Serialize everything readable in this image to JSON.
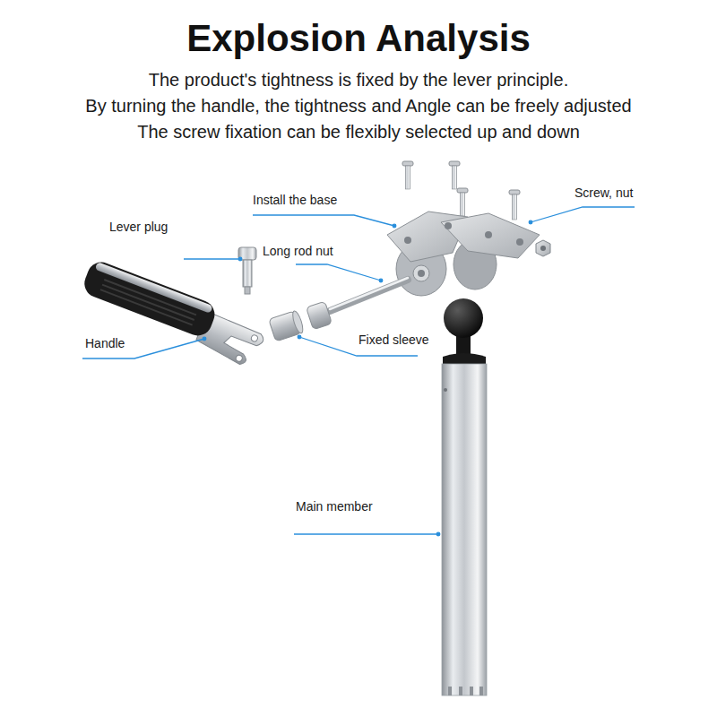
{
  "diagram": {
    "title": "Explosion Analysis",
    "labels": [
      "The product's tightness is fixed by the lever principle.",
      "By turning the handle, the tightness and Angle can be freely adjusted",
      "The screw fixation can be flexibly selected up and down",
      "Install the base",
      "Screw, nut",
      "Lever plug",
      "Long rod nut",
      "Handle",
      "Fixed sleeve",
      "Main member"
    ]
  }
}
